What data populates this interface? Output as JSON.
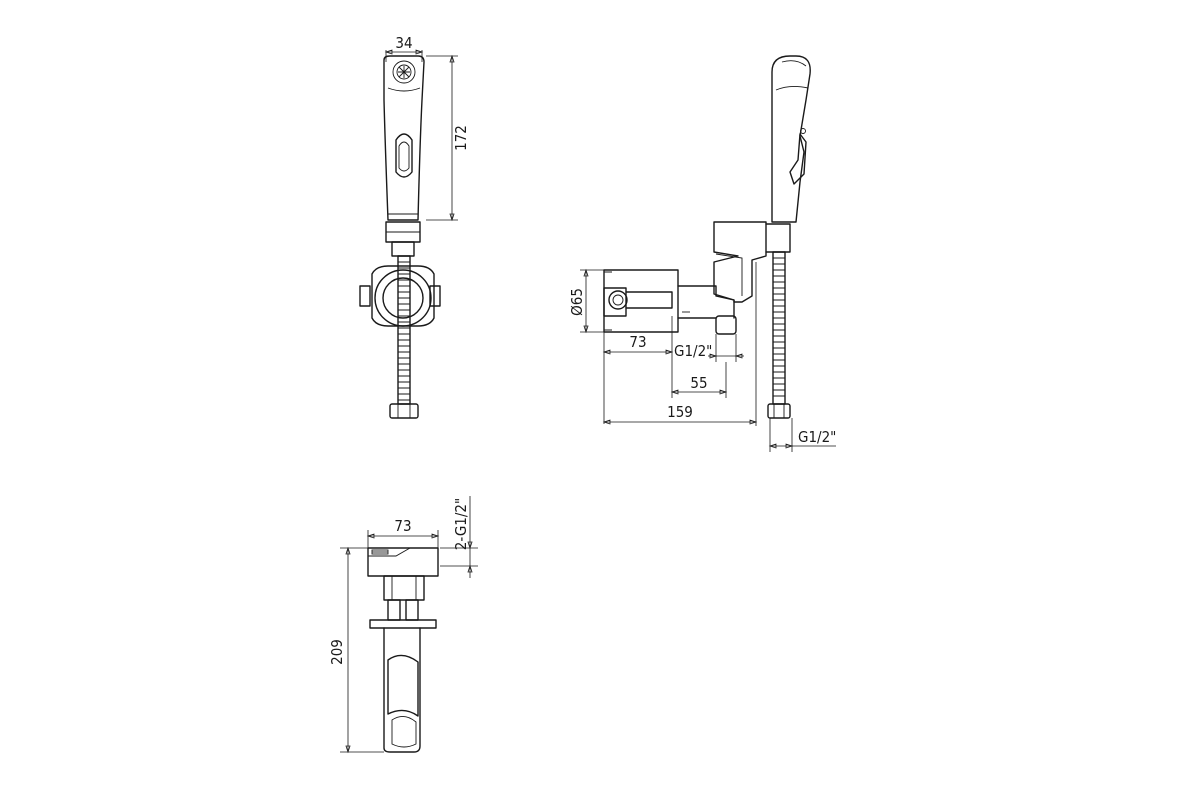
{
  "dimensions": {
    "front_width": "34",
    "front_height": "172",
    "side_diameter": "Ø65",
    "side_depth": "73",
    "side_thread": "G1/2\"",
    "side_offset": "55",
    "side_overall": "159",
    "hose_thread": "G1/2\"",
    "bottom_width": "73",
    "bottom_thread": "2-G1/2\"",
    "bottom_height": "209"
  },
  "colors": {
    "line": "#1a1a1a",
    "background": "#ffffff"
  }
}
